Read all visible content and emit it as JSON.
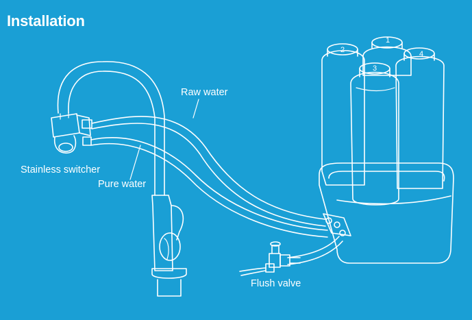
{
  "title": "Installation",
  "labels": {
    "raw_water": "Raw water",
    "stainless_switcher": "Stainless switcher",
    "pure_water": "Pure water",
    "flush_valve": "Flush valve"
  },
  "filter_numbers": [
    "1",
    "2",
    "3",
    "4"
  ],
  "colors": {
    "background": "#1a9fd5",
    "line": "#ffffff"
  }
}
